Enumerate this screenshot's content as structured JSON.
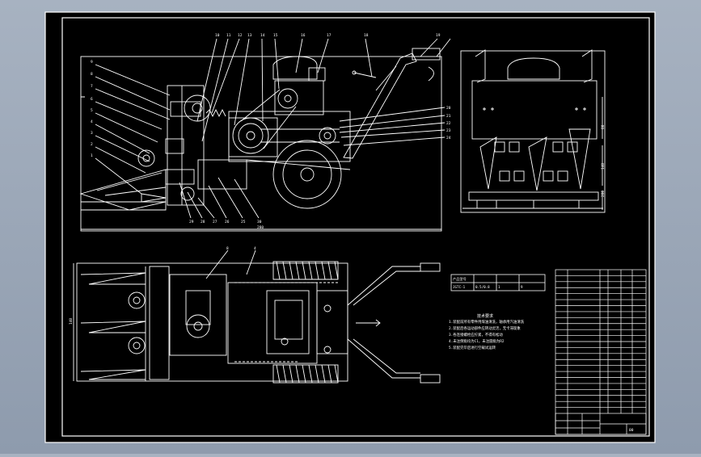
{
  "viewport": {
    "background": "#96a2b3",
    "sheet": "#000000",
    "line": "#ffffff"
  },
  "side_view": {
    "callouts_top": [
      "10",
      "11",
      "12",
      "13",
      "14",
      "15",
      "16",
      "17",
      "18",
      "19"
    ],
    "callouts_left": [
      "9",
      "8",
      "7",
      "6",
      "5",
      "4",
      "3",
      "2",
      "1"
    ],
    "callouts_right": [
      "20",
      "21",
      "22",
      "23",
      "24"
    ],
    "callouts_bottom": [
      "29",
      "28",
      "27",
      "26",
      "25",
      "30"
    ],
    "dimension": "280"
  },
  "front_view": {
    "dimensions": [
      "80",
      "140",
      "280"
    ]
  },
  "plan_view": {
    "dimension": "140",
    "callouts": [
      "8",
      "4"
    ]
  },
  "spec_table": {
    "header": [
      "产品型号",
      "",
      "",
      ""
    ],
    "row": [
      "JGTC-1",
      "0.5/0.8",
      "1",
      "9"
    ]
  },
  "tech_req": {
    "title": "技术要求",
    "lines": [
      "1.装配前所有零件用煤油清洗，轴承用汽油清洗",
      "2.装配后各运动部件应转动灵活，无卡滞现象",
      "3.各连接螺栓应拧紧，不得有松动",
      "4.未注倒角均为C1，未注圆角为R2",
      "5.装配完毕后进行空载试运转"
    ]
  },
  "title_block": {
    "rows": 24,
    "drawing_no": "00"
  }
}
